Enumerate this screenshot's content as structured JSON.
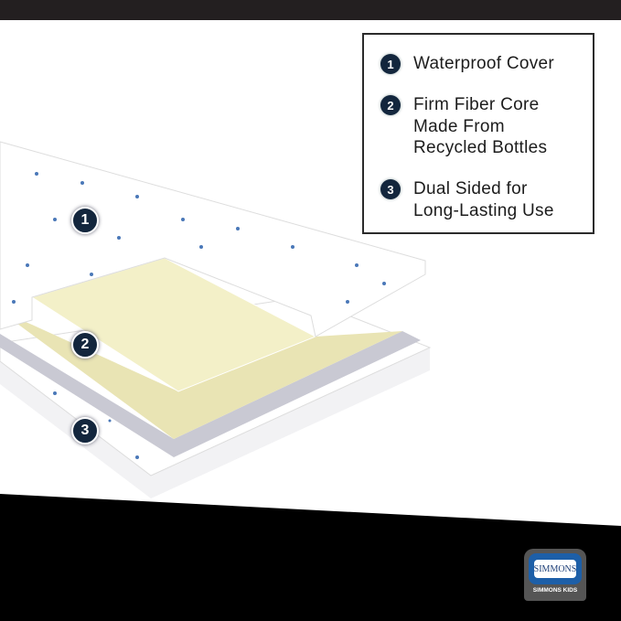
{
  "legend": {
    "items": [
      {
        "number": "1",
        "text": "Waterproof Cover"
      },
      {
        "number": "2",
        "text": "Firm Fiber Core\nMade From\nRecycled Bottles"
      },
      {
        "number": "3",
        "text": "Dual Sided for\nLong-Lasting Use"
      }
    ]
  },
  "badges": [
    "1",
    "2",
    "3"
  ],
  "logo": {
    "brand": "SIMMONS",
    "sub": "SIMMONS KIDS"
  },
  "colors": {
    "navy": "#13263d",
    "core": "#f3f0c8",
    "gray": "#c9c9d3",
    "dots": "#4a78b8"
  }
}
